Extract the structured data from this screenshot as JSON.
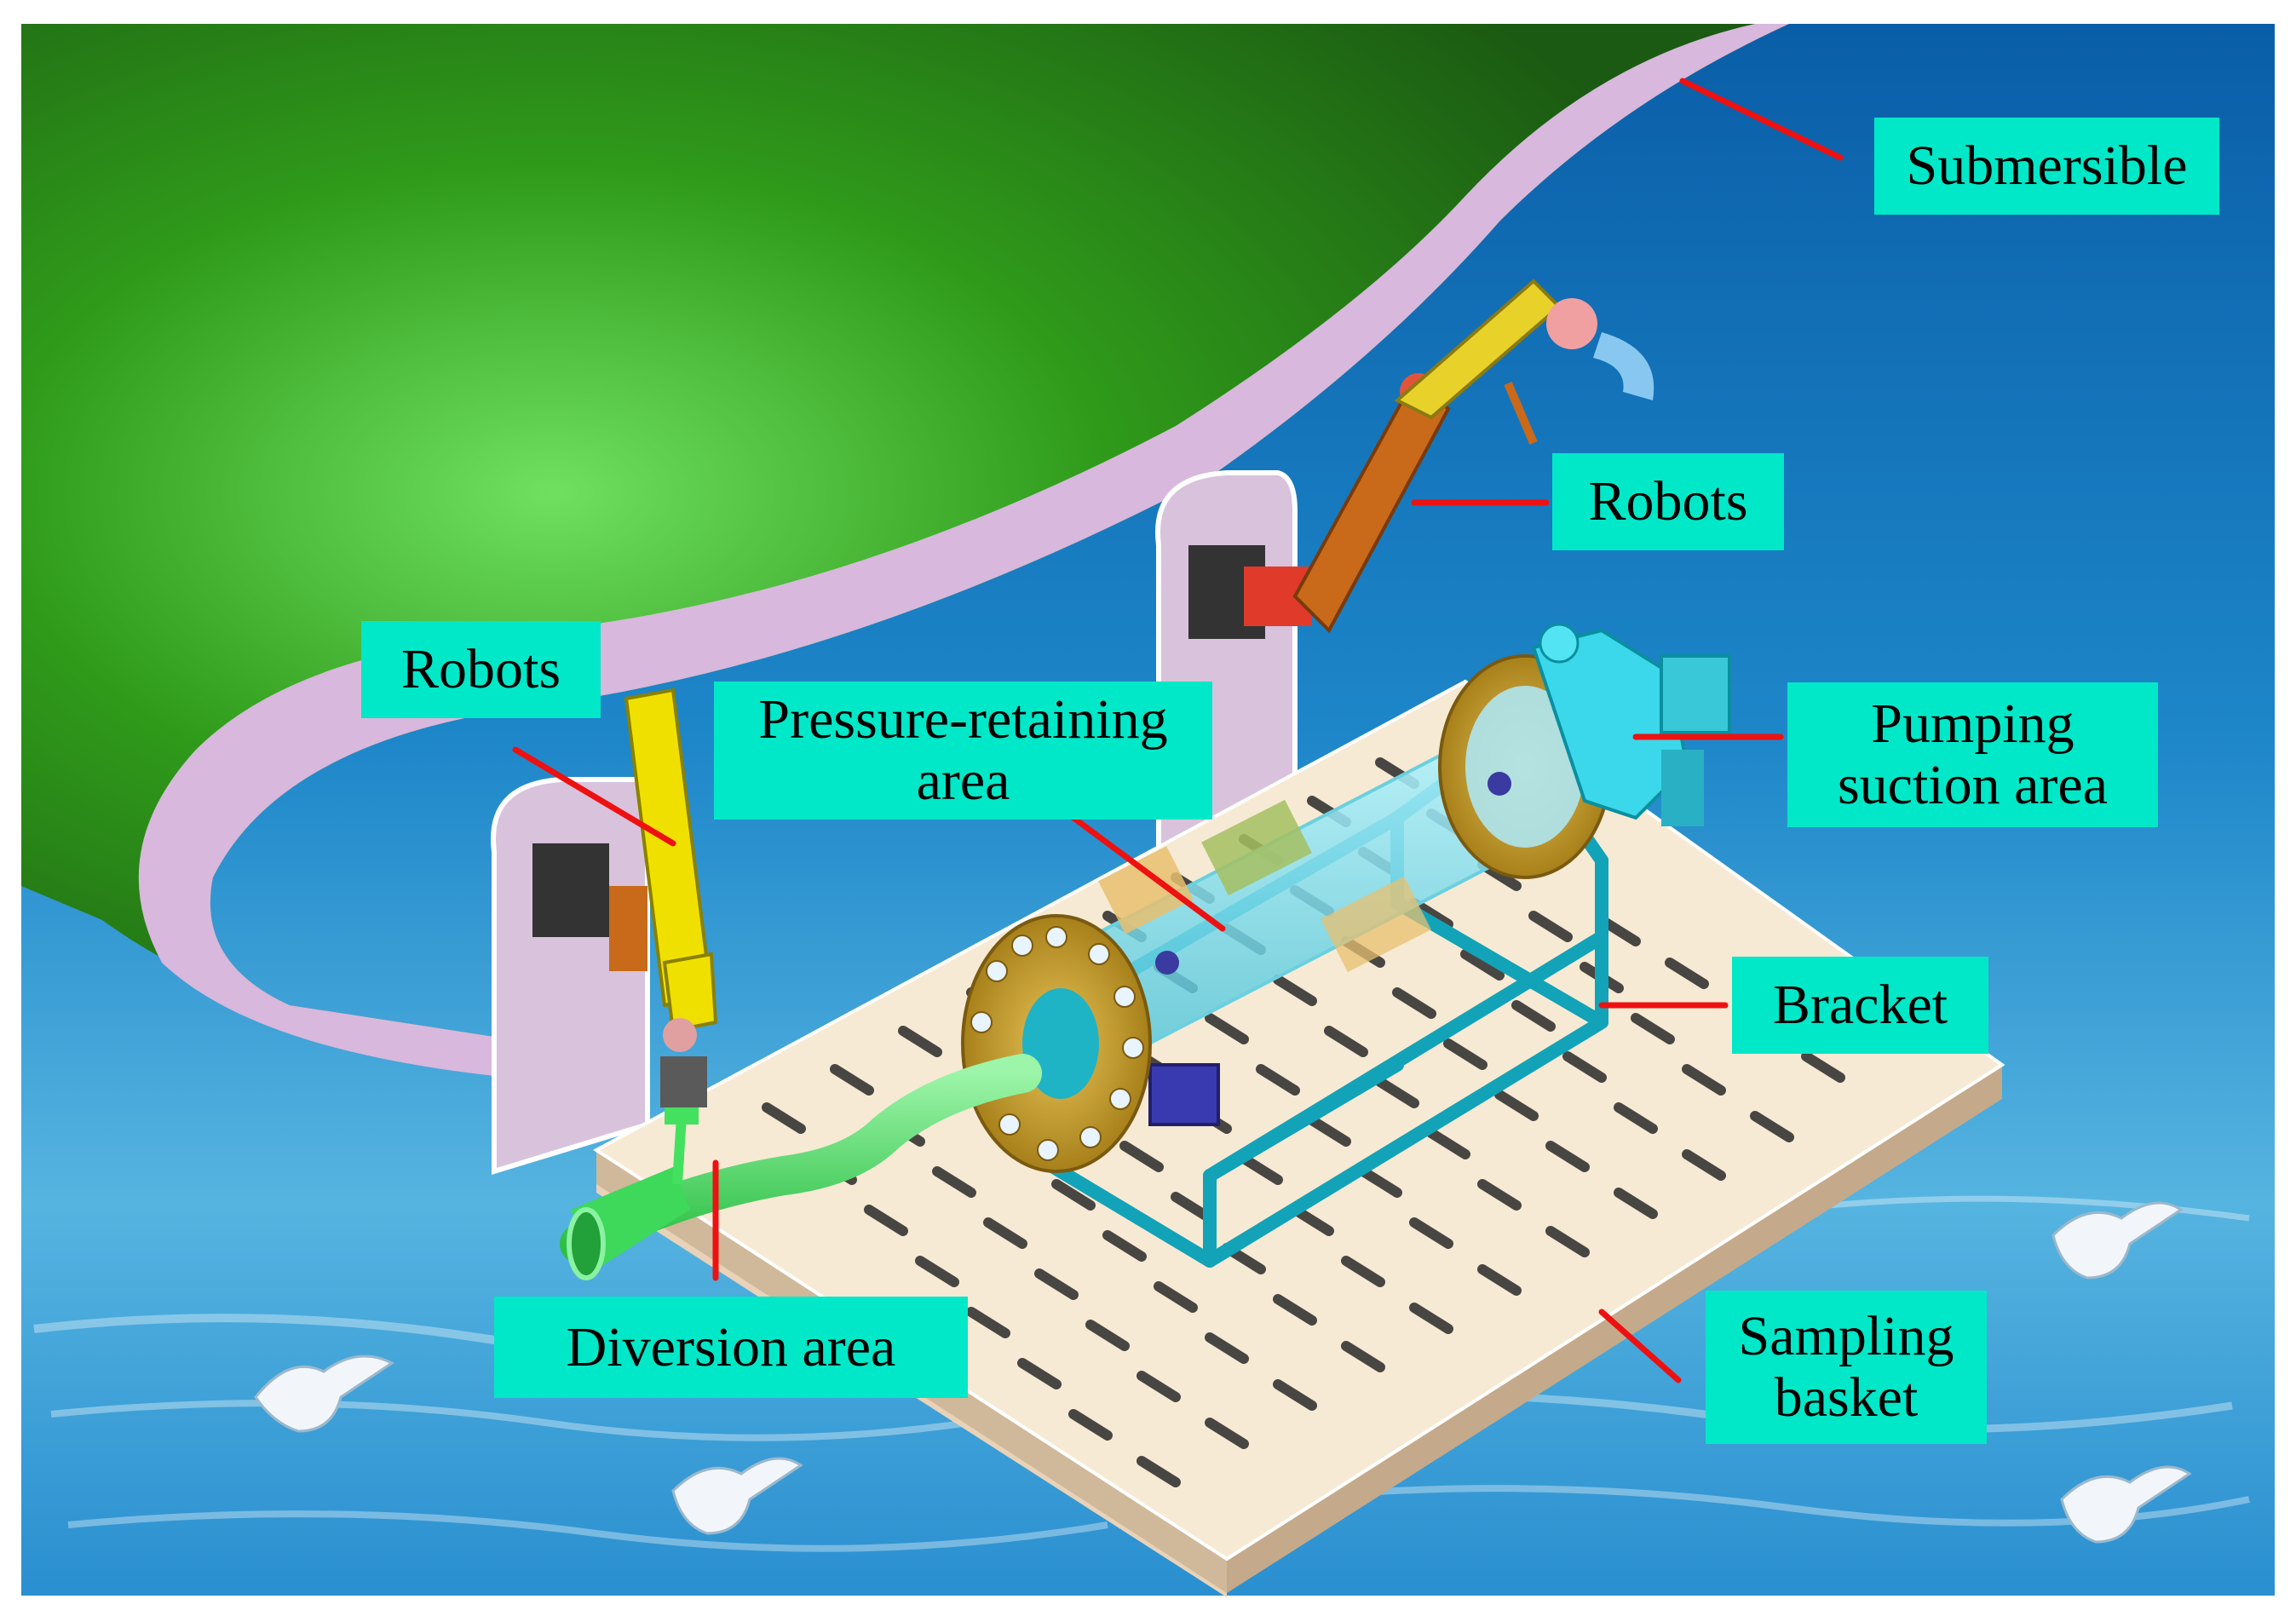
{
  "labels": {
    "submersible": "Submersible",
    "robots_right": "Robots",
    "robots_left": "Robots",
    "pressure_retaining": "Pressure-retaining\narea",
    "pumping_suction": "Pumping\nsuction area",
    "bracket": "Bracket",
    "diversion": "Diversion area",
    "sampling_basket": "Sampling\nbasket"
  },
  "colors": {
    "label_bg": "#00e8c8",
    "leader_line": "#ee1111",
    "water": "#2a8fd0",
    "hull_green": "#2f9a1a",
    "hull_rim": "#d8b8dc",
    "basket": "#f5e6cc",
    "bracket_pipe": "#12a3b8",
    "robot_left": "#f0e000",
    "robot_right": "#c86a1a",
    "flange": "#c8a020",
    "diversion_pipe": "#44e060"
  }
}
